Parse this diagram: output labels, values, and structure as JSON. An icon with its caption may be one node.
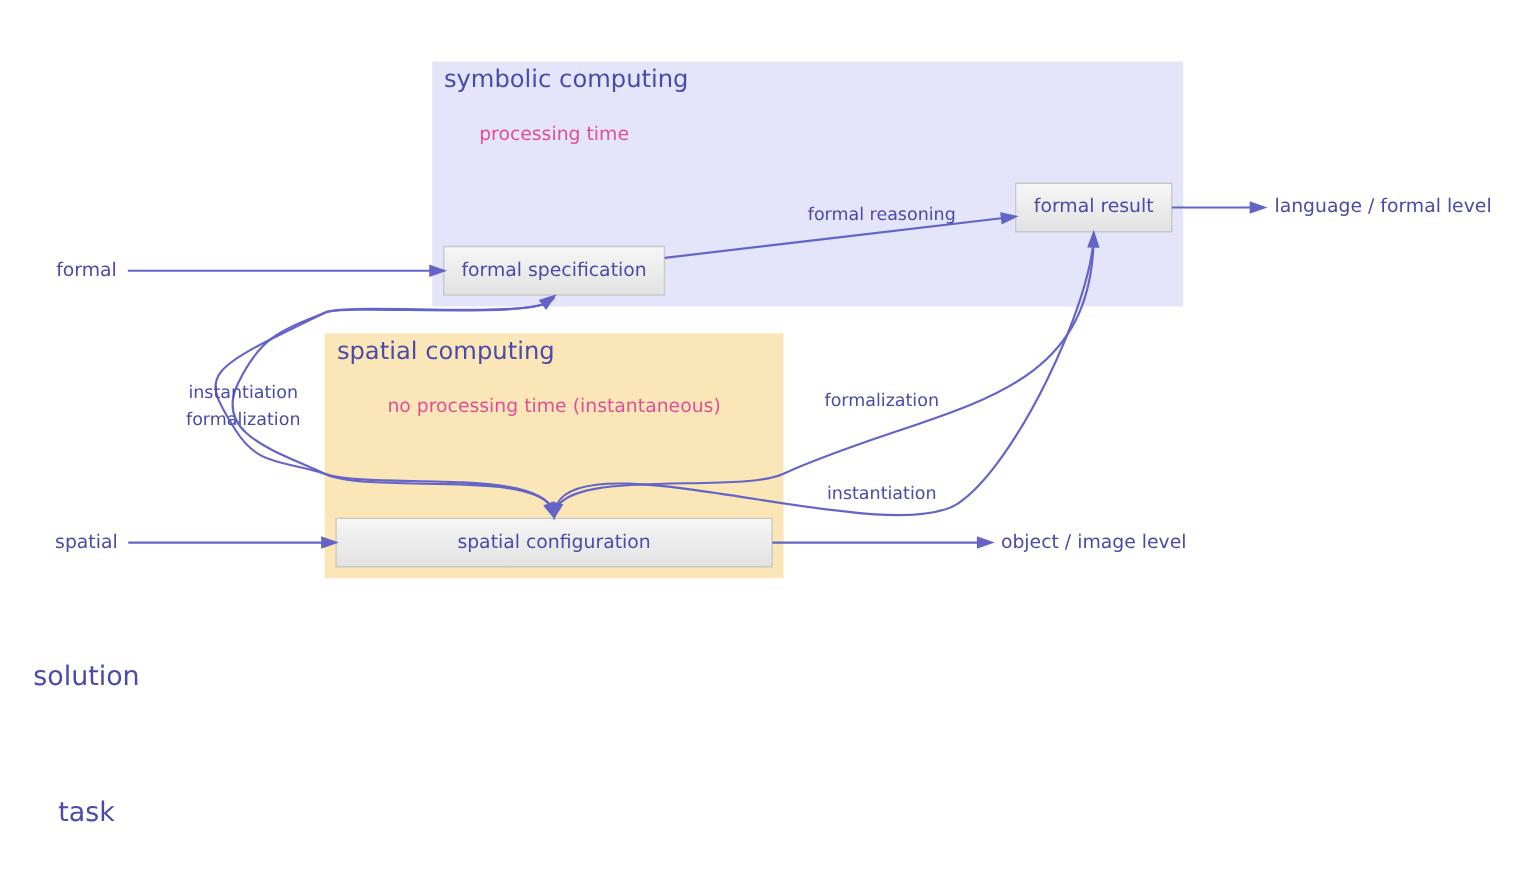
{
  "diagram": {
    "nodes": [
      {
        "text": [
          "symbolic computing"
        ]
      },
      {
        "text": [
          "formal specification"
        ],
        "in": 0
      },
      {
        "text": [
          "formal result"
        ],
        "in": 0
      },
      {
        "text": [
          "spatial computing"
        ]
      },
      {
        "text": [
          "spatial configuration"
        ],
        "in": 3
      },
      {
        "text": [
          "formal"
        ]
      },
      {
        "text": [
          "spatial"
        ]
      },
      {
        "text": [
          "language / formal level"
        ]
      },
      {
        "text": [
          "object / image level"
        ]
      }
    ],
    "edges": [
      {
        "from": 5,
        "to": 1,
        "arrow": "to"
      },
      {
        "from": 1,
        "to": 2,
        "arrow": "to",
        "label": "formal reasoning"
      },
      {
        "from": 2,
        "to": 7,
        "arrow": "to"
      },
      {
        "from": 6,
        "to": 4,
        "arrow": "to"
      },
      {
        "from": 4,
        "to": 8,
        "arrow": "to"
      },
      {
        "from": 4,
        "to": 1,
        "arrow": "to",
        "label": "formalization"
      },
      {
        "from": 1,
        "to": 4,
        "arrow": "to",
        "label": "instantiation"
      },
      {
        "from": 4,
        "to": 2,
        "arrow": "to",
        "label": "formalization"
      },
      {
        "from": 2,
        "to": 4,
        "arrow": "to",
        "label": "instantiation"
      }
    ],
    "labels": [
      "task",
      "solution",
      "processing time",
      "no processing time (instantaneous)"
    ]
  }
}
